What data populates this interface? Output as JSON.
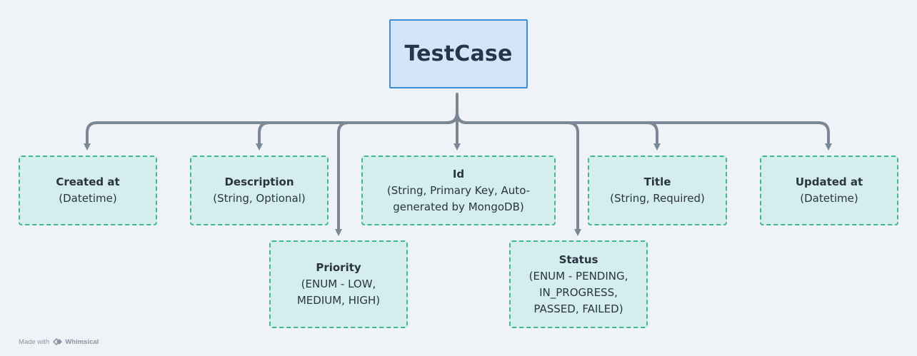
{
  "root": {
    "title": "TestCase"
  },
  "fields": {
    "created_at": {
      "name": "Created at",
      "type": "(Datetime)"
    },
    "description": {
      "name": "Description",
      "type": "(String, Optional)"
    },
    "id": {
      "name": "Id",
      "type": "(String, Primary Key, Auto-generated by MongoDB)"
    },
    "title": {
      "name": "Title",
      "type": "(String, Required)"
    },
    "updated_at": {
      "name": "Updated at",
      "type": "(Datetime)"
    },
    "priority": {
      "name": "Priority",
      "type": "(ENUM - LOW, MEDIUM, HIGH)"
    },
    "status": {
      "name": "Status",
      "type": "(ENUM - PENDING, IN_PROGRESS, PASSED, FAILED)"
    }
  },
  "footer": {
    "made_with": "Made with",
    "brand": "Whimsical"
  },
  "colors": {
    "background": "#eff3f7",
    "root_fill": "#d3e5f7",
    "root_border": "#3a8fd8",
    "field_fill": "#d3eeec",
    "field_border": "#3fb696",
    "connector": "#7b8794",
    "text": "#2a3442"
  }
}
